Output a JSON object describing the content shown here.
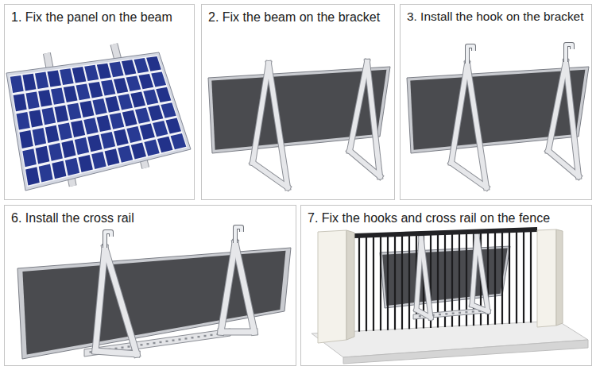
{
  "diagram": {
    "nodes": [
      {
        "text": [
          "1. Fix the panel on the beam"
        ]
      },
      {
        "text": [
          "2. Fix the beam on the bracket"
        ]
      },
      {
        "text": [
          "3. Install the hook on the bracket"
        ]
      },
      {
        "text": [
          "6. Install the cross rail"
        ]
      },
      {
        "text": [
          "7. Fix the hooks and cross rail on the fence"
        ]
      }
    ]
  }
}
